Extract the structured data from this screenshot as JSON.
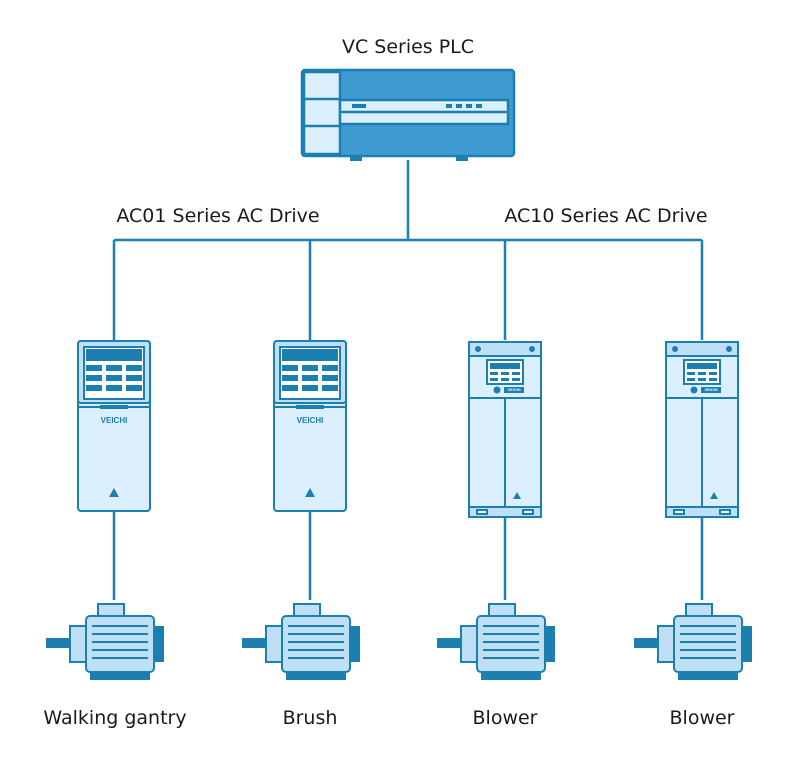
{
  "plc": {
    "label": "VC Series PLC"
  },
  "groups": [
    {
      "label": "AC01 Series AC Drive"
    },
    {
      "label": "AC10 Series AC Drive"
    }
  ],
  "drives": [
    {
      "type": "ac01",
      "brand": "VEICHI"
    },
    {
      "type": "ac01",
      "brand": "VEICHI"
    },
    {
      "type": "ac10",
      "brand": "VEICHI"
    },
    {
      "type": "ac10",
      "brand": "VEICHI"
    }
  ],
  "motors": [
    {
      "label": "Walking gantry"
    },
    {
      "label": "Brush"
    },
    {
      "label": "Blower"
    },
    {
      "label": "Blower"
    }
  ],
  "colors": {
    "line": "#1b7fb0",
    "fill": "#bfe0f4",
    "fill_light": "#dcefff",
    "fill_dark": "#3f9ad2",
    "ink": "#1a1a1a"
  }
}
